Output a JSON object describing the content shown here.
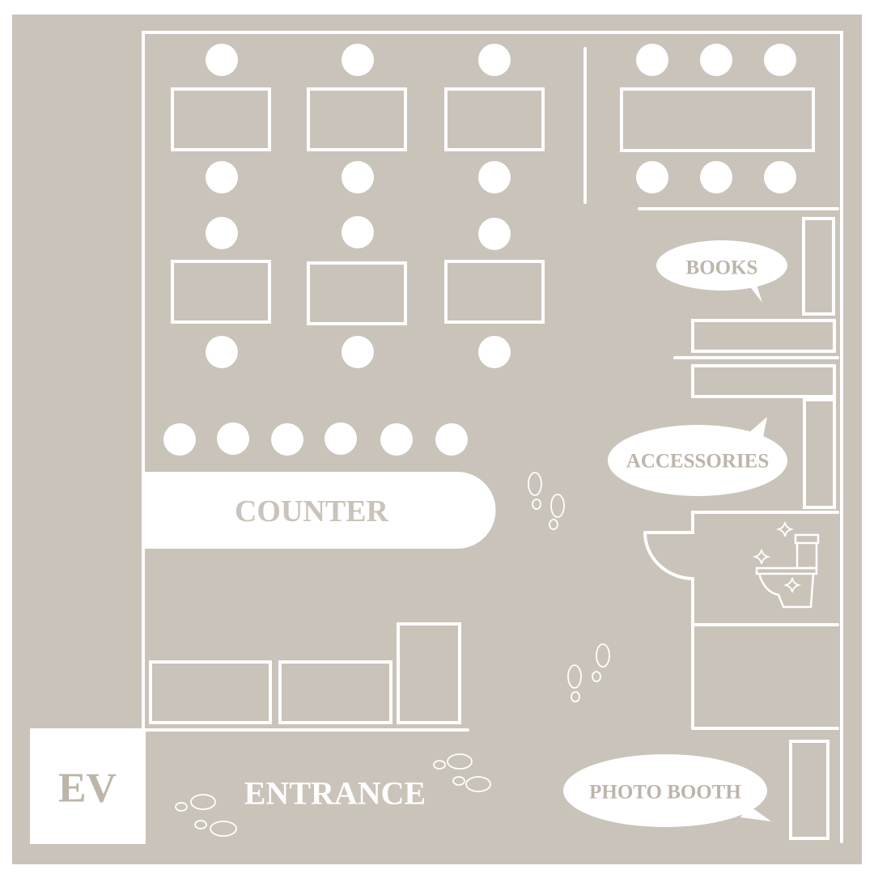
{
  "title": "Store floor plan",
  "colors": {
    "background": "#c9c3b9",
    "lines": "#ffffff",
    "label_on_white": "#bdb5aa"
  },
  "labels": {
    "counter": "COUNTER",
    "books": "BOOKS",
    "accessories": "ACCESSORIES",
    "photo_booth": "PHOTO BOOTH",
    "entrance": "ENTRANCE",
    "elevator": "EV"
  },
  "icons": [
    "chair-icon",
    "toilet-icon",
    "sparkle-icon",
    "footprints-icon",
    "speech-bubble-icon"
  ]
}
